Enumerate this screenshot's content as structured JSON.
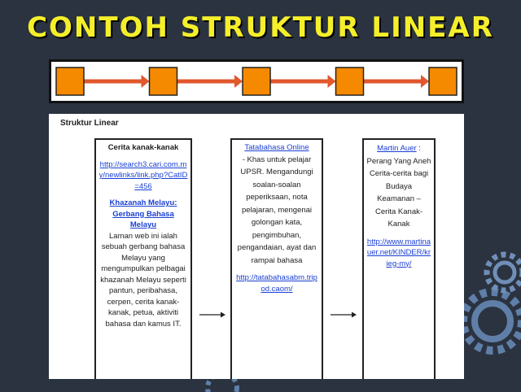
{
  "slide": {
    "title": "CONTOH STRUKTUR LINEAR"
  },
  "diagram": {
    "node_count": 5,
    "node_fill": "#f58a00",
    "arrow_color": "#e2572c"
  },
  "panel": {
    "heading": "Struktur Linear",
    "col1": {
      "title": "Cerita kanak-kanak",
      "link1": "http://search3.cari.com.my/newlinks/link.php?CatID=456",
      "link2": "Khazanah Melayu: Gerbang Bahasa Melayu",
      "desc": "Laman web ini ialah sebuah gerbang bahasa Melayu yang mengumpulkan pelbagai khazanah Melayu seperti pantun, peribahasa, cerpen, cerita kanak-kanak, petua, aktiviti bahasa dan kamus IT."
    },
    "col2": {
      "title_link": "Tatabahasa Online",
      "desc": "- Khas untuk pelajar UPSR. Mengandungi soalan-soalan peperiksaan, nota pelajaran, mengenai golongan kata, pengimbuhan, pengandaian, ayat dan rampai bahasa",
      "link": "http://tatabahasabm.tripod.caom/"
    },
    "col3": {
      "author": "Martin Auer",
      "desc": ": Perang Yang Aneh Cerita-cerita bagi Budaya Keamanan – Cerita Kanak-Kanak",
      "link": "http://www.martinauer.net/KINDER/krieg-my/"
    }
  }
}
